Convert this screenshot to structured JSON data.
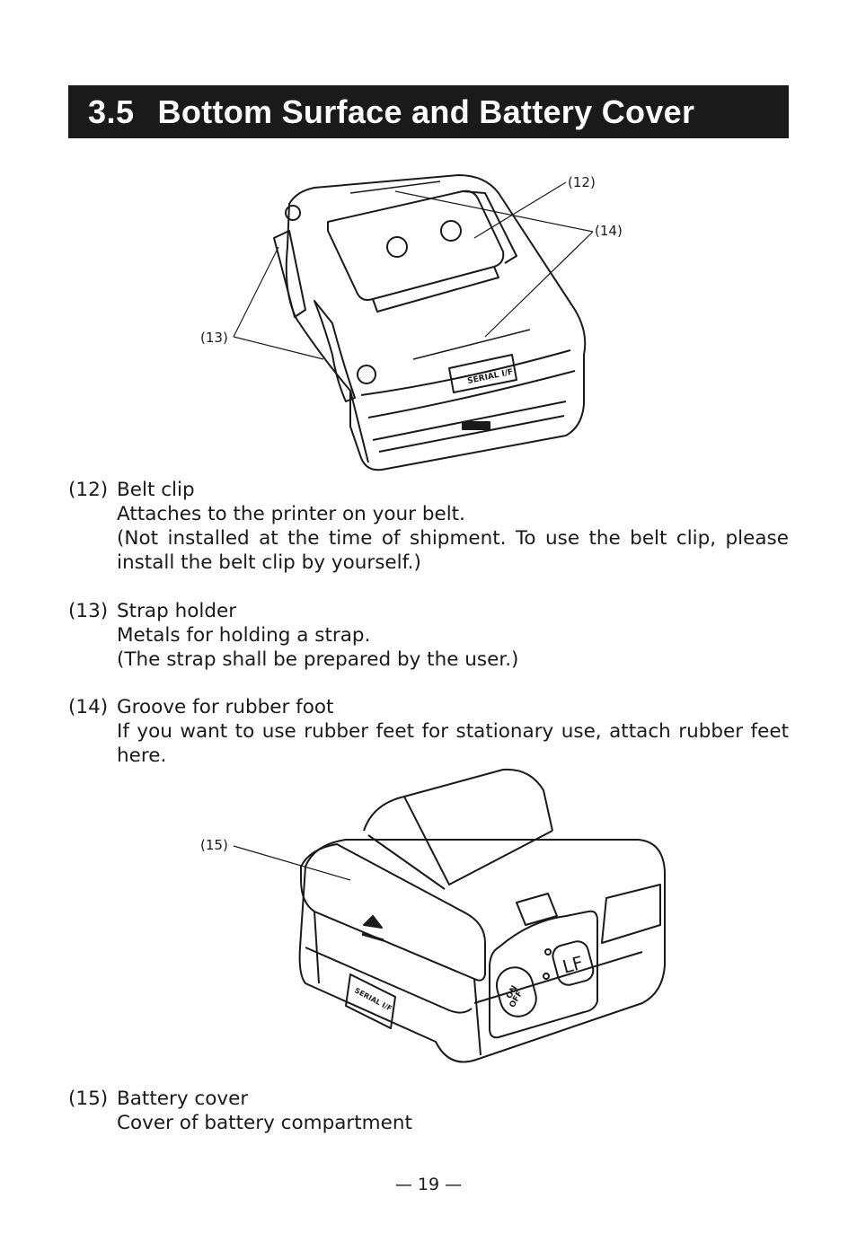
{
  "section": {
    "number": "3.5",
    "title": "Bottom Surface and Battery Cover"
  },
  "figure_top": {
    "callouts": [
      "(12)",
      "(14)",
      "(13)"
    ],
    "device_label": "SERIAL I/F"
  },
  "figure_bottom": {
    "callouts": [
      "(15)"
    ],
    "power_button": [
      "ON",
      "OFF"
    ],
    "feed_button": "LF",
    "device_label": "SERIAL I/F"
  },
  "items": [
    {
      "number": "(12)",
      "name": "Belt clip",
      "lines": [
        "Attaches to the printer on your belt.",
        "(Not installed at the time of shipment. To use the belt clip, please install the belt clip by yourself.)"
      ]
    },
    {
      "number": "(13)",
      "name": "Strap holder",
      "lines": [
        "Metals for holding a strap.",
        "(The strap shall be prepared by the user.)"
      ]
    },
    {
      "number": "(14)",
      "name": "Groove for rubber foot",
      "lines": [
        "If you want to use rubber feet for stationary use, attach rubber feet here."
      ]
    },
    {
      "number": "(15)",
      "name": "Battery cover",
      "lines": [
        "Cover of battery compartment"
      ]
    }
  ],
  "page_number": "— 19 —"
}
